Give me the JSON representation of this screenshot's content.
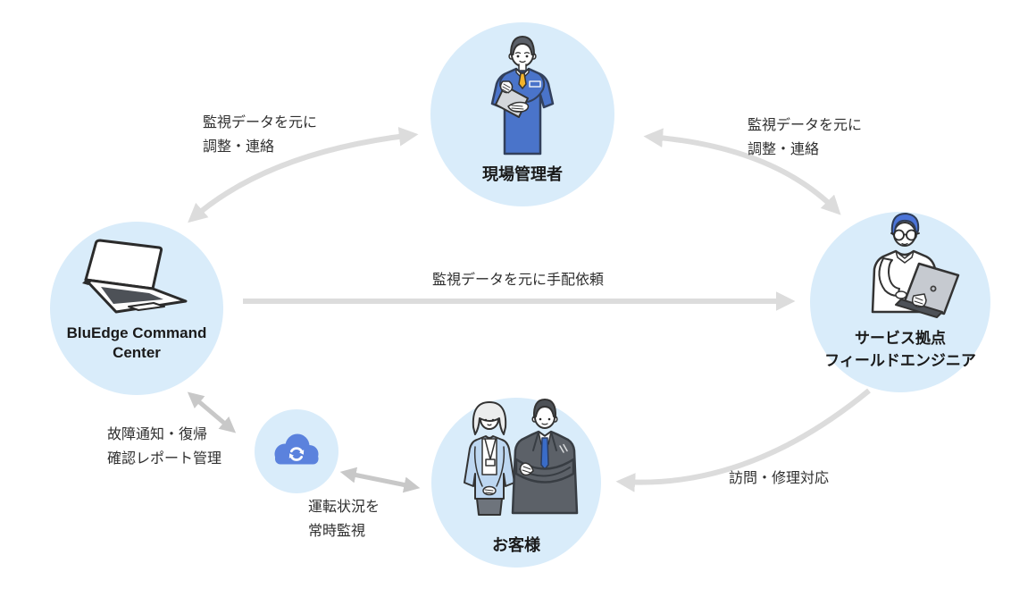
{
  "title": "BluEdge Command Center service flow diagram",
  "colors": {
    "node_bg": "#d9ecfa",
    "arrow_light": "#dcdcdc",
    "arrow_mid": "#c8c8c8",
    "cloud_blue": "#5b82dd",
    "label_text": "#1a1a1a",
    "edge_text": "#2f2f2f"
  },
  "nodes": {
    "site_manager": {
      "label": "現場管理者",
      "icon": "site-manager-illustration"
    },
    "command_center": {
      "label_line1": "BluEdge Command",
      "label_line2": "Center",
      "icon": "laptop-illustration"
    },
    "field_engineer": {
      "label_line1": "サービス拠点",
      "label_line2": "フィールドエンジニア",
      "icon": "field-engineer-illustration"
    },
    "customer": {
      "label": "お客様",
      "icon": "customers-illustration"
    },
    "cloud": {
      "icon": "cloud-sync-icon"
    }
  },
  "edges": [
    {
      "from": "command_center",
      "to": "site_manager",
      "direction": "bidirectional",
      "label_line1": "監視データを元に",
      "label_line2": "調整・連絡"
    },
    {
      "from": "site_manager",
      "to": "field_engineer",
      "direction": "bidirectional",
      "label_line1": "監視データを元に",
      "label_line2": "調整・連絡"
    },
    {
      "from": "command_center",
      "to": "field_engineer",
      "direction": "one-way",
      "label": "監視データを元に手配依頼"
    },
    {
      "from": "command_center",
      "to": "cloud",
      "direction": "bidirectional",
      "label_line1": "故障通知・復帰",
      "label_line2": "確認レポート管理"
    },
    {
      "from": "cloud",
      "to": "customer",
      "direction": "bidirectional",
      "label_line1": "運転状況を",
      "label_line2": "常時監視"
    },
    {
      "from": "field_engineer",
      "to": "customer",
      "direction": "one-way",
      "label": "訪問・修理対応"
    }
  ]
}
